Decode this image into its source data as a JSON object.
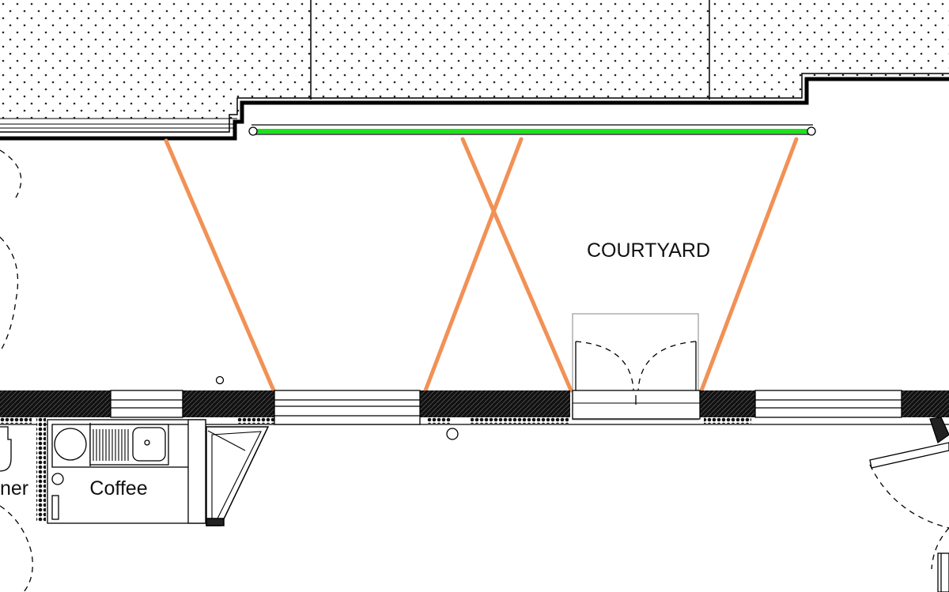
{
  "labels": {
    "courtyard": "COURTYARD",
    "coffee": "Coffee",
    "partial_room": "ner"
  },
  "colors": {
    "brace": "#f29155",
    "track": "#1fe01f",
    "wall": "#000000",
    "paving_dot": "#222222",
    "outline": "#999999"
  },
  "icons": {
    "pivot_point": "circle-outline",
    "door_swing": "dashed-arc"
  }
}
